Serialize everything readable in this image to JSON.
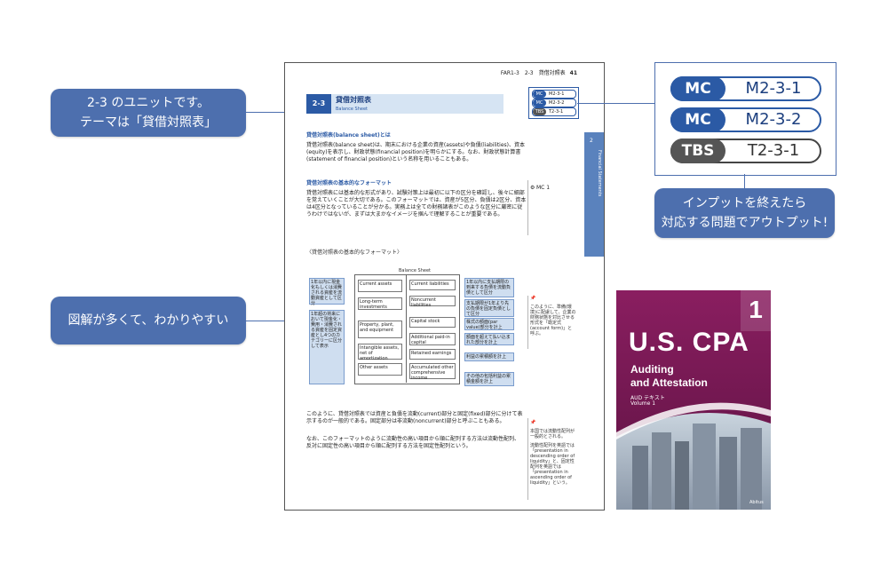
{
  "callouts": {
    "unit": [
      "2-3 のユニットです。",
      "テーマは「貸借対照表」"
    ],
    "diagrams": "図解が多くて、わかりやすい",
    "practice": [
      "インプットを終えたら",
      "対応する問題でアウトプット!"
    ]
  },
  "tags": [
    {
      "kind": "MC",
      "code": "M2-3-1"
    },
    {
      "kind": "MC",
      "code": "M2-3-2"
    },
    {
      "kind": "TBS",
      "code": "T2-3-1"
    }
  ],
  "page": {
    "header": "FAR1-3　2-3　貸借対照表",
    "page_number": "41",
    "section_number": "2-3",
    "section_title": "貸借対照表",
    "section_subtitle": "Balance Sheet",
    "side_tab_number": "2",
    "side_tab_label": "Financial Statements",
    "h1": "貸借対照表(balance sheet)とは",
    "p1": "貸借対照表(balance sheet)は、期末における企業の資産(assets)や負債(liabilities)、資本(equity)を表示し、財政状態(financial position)を明らかにする。なお、財政状態計算書(statement of financial position)という名称を用いることもある。",
    "h2": "貸借対照表の基本的なフォーマット",
    "p2": "貸借対照表には基本的な形式があり、試験対策上は最初に以下の区分を確認し、後々に細部を覚えていくことが大切である。このフォーマットでは、資産が5区分、負債は2区分、資本は4区分となっていることが分かる。実務上は全ての財務諸表がこのような区分に厳密に従うわけではないが、まずは大まかなイメージを掴んで理解することが重要である。",
    "marker": "MC 1",
    "fig_caption": "〈貸借対照表の基本的なフォーマット〉",
    "bs_title": "Balance Sheet",
    "assets": [
      "Current assets",
      "Long-term investments",
      "Property, plant, and equipment",
      "Intangible assets, net of amortization",
      "Other assets"
    ],
    "liabilities": [
      "Current liabilities",
      "Noncurrent liabilities",
      "Capital stock",
      "Additional paid-in capital",
      "Retained earnings",
      "Accumulated other comprehensive income"
    ],
    "left_notes": [
      "1年以内に現金化もしくは消費される資産を流動資産として区分",
      "1年超の将来において現金化・費用・消費される資産を固定資産とし4つのカテゴリーに区分して表示"
    ],
    "right_notes": [
      "1年以内に支払期限の到来する負債を流動負債として区分",
      "支払期限が1年より先の負債を固定負債として区分",
      "株式の額面(par value)部分を計上",
      "額面を超えて払い込まれた部分を計上",
      "利益の累積額を計上",
      "その他の包括利益の累積金額を計上"
    ],
    "margin_note1": "このように、準備(環境)に配慮して、企業の財務状態を対比させる形式を「勘定式(account form)」と呼ぶ。",
    "p3": "このように、貸借対照表では資産と負債を流動(current)部分と固定(fixed)部分に分けて表示するのが一般的である。固定部分は非流動(noncurrent)部分と呼ぶこともある。",
    "p4": "なお、このフォーマットのように流動性の高い項目から順に配列する方法は流動性配列、反対に固定性の高い項目から順に配列する方法を固定性配列という。",
    "margin_note2": "本国では流動性配列が一般的とされる。",
    "margin_note3": "流動性配列を英語では「presentation in descending order of liquidity」と、固定性配列を英語では「presentation in ascending order of liquidity」という。"
  },
  "book": {
    "volume": "1",
    "title": "U.S. CPA",
    "subtitle_line1": "Auditing",
    "subtitle_line2": "and Attestation",
    "series": "AUD テキスト",
    "volume_label": "Volume 1",
    "publisher": "Abitus"
  },
  "colors": {
    "accent": "#4d6fae",
    "brand": "#2b5aa5",
    "book": "#7a1a55"
  }
}
